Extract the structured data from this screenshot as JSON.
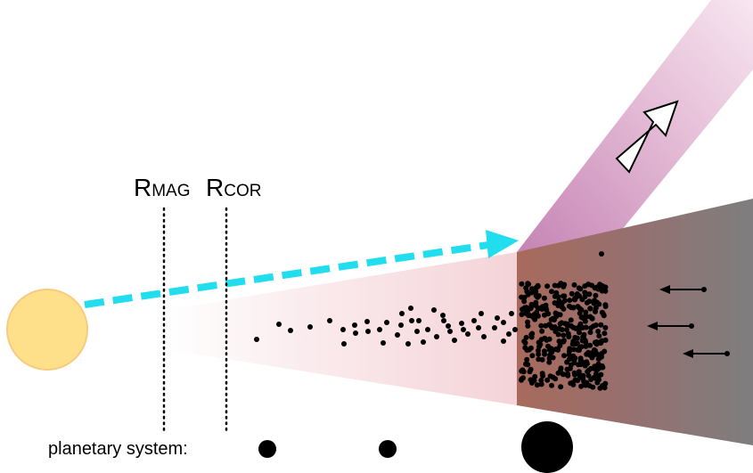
{
  "labels": {
    "r_mag_main": "R",
    "r_mag_sub": "MAG",
    "r_cor_main": "R",
    "r_cor_sub": "COR",
    "planetary_system": "planetary system:"
  },
  "colors": {
    "star": "#FFE08A",
    "star_edge": "#F5C878",
    "arrow": "#22DDEE",
    "outflow_light": "#F3DDEC",
    "outflow_dark": "#C98AB8",
    "disk_inner": "#FDF2F3",
    "disk_mid": "#F5D6DB",
    "disk_outer_start": "#A5695C",
    "disk_outer_end": "#7F7F7F"
  },
  "icons": {
    "star": "star-circle-icon",
    "outflow_arrow": "outline-arrow-icon",
    "drift_arrow": "left-arrow-icon"
  },
  "planets": [
    "small-planet",
    "small-planet",
    "large-planet"
  ]
}
